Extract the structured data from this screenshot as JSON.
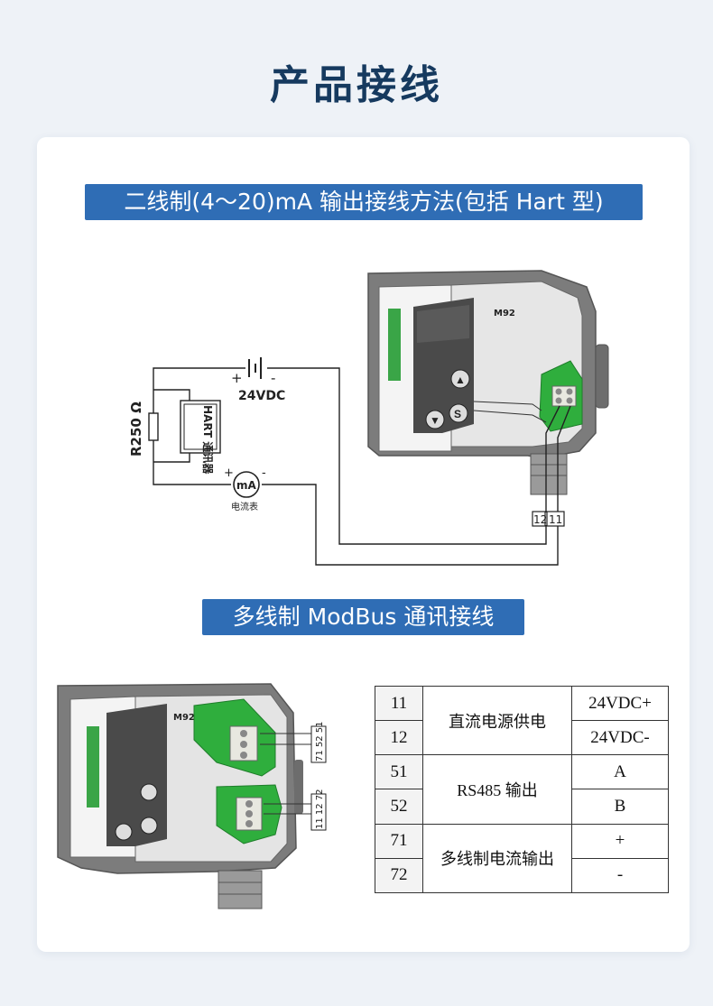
{
  "page": {
    "title": "产品接线"
  },
  "section1": {
    "banner": "二线制(4～20)mA 输出接线方法(包括 Hart 型)",
    "resistor_label": "R250 Ω",
    "hart_label": "HART 通讯器",
    "battery_plus": "+",
    "battery_minus": "-",
    "battery_voltage": "24VDC",
    "meter_plus": "+",
    "meter_minus": "-",
    "meter_symbol": "mA",
    "meter_caption": "电流表",
    "device_model": "M92",
    "terminal_a": "12",
    "terminal_b": "11",
    "btn_up": "▲",
    "btn_down": "▼",
    "btn_s": "S"
  },
  "section2": {
    "banner": "多线制 ModBus 通讯接线",
    "device_model": "M92",
    "terminal_group_top": "71 52 51",
    "terminal_group_bottom": "11 12 72"
  },
  "table": {
    "rows": [
      {
        "num": "11",
        "fn": "直流电源供电",
        "val": "24VDC+"
      },
      {
        "num": "12",
        "fn": "",
        "val": "24VDC-"
      },
      {
        "num": "51",
        "fn": "RS485 输出",
        "val": "A"
      },
      {
        "num": "52",
        "fn": "",
        "val": "B"
      },
      {
        "num": "71",
        "fn": "多线制电流输出",
        "val": "+"
      },
      {
        "num": "72",
        "fn": "",
        "val": "-"
      }
    ]
  },
  "colors": {
    "title": "#163a5f",
    "banner": "#2f6db5",
    "housing": "#7c7c7c",
    "board_green": "#2fae3d"
  }
}
